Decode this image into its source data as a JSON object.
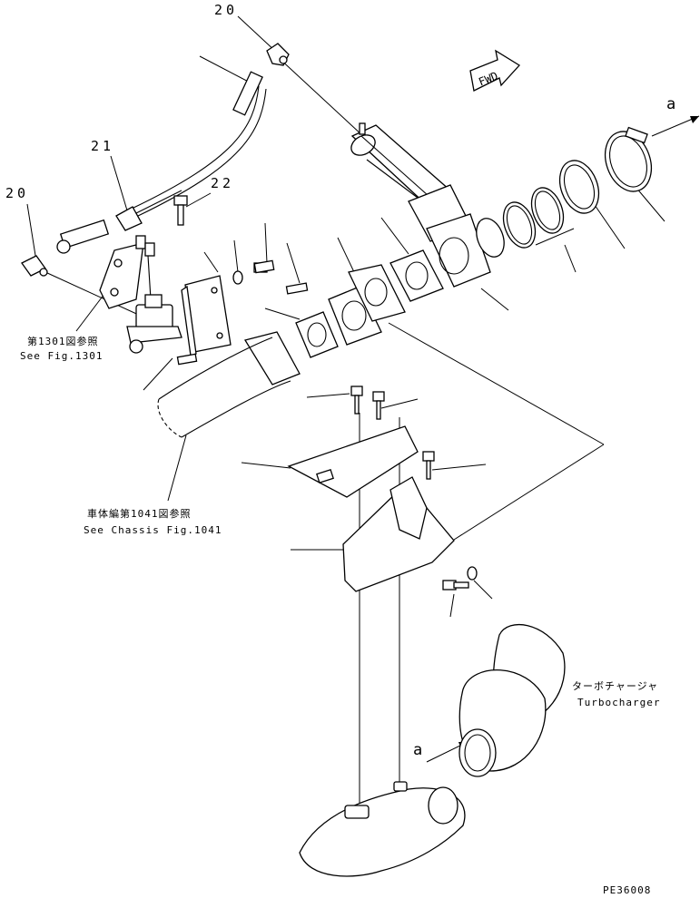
{
  "callouts": {
    "c20_top": "20",
    "c21": "21",
    "c22": "22",
    "c20_left": "20"
  },
  "references": {
    "fig1301_jp": "第1301図参照",
    "fig1301_en": "See Fig.1301",
    "chassis_jp": "車体編第1041図参照",
    "chassis_en": "See Chassis Fig.1041",
    "turbo_jp": "ターボチャージャ",
    "turbo_en": "Turbocharger"
  },
  "markers": {
    "a_top": "a",
    "a_bottom": "a",
    "fwd": "FWD"
  },
  "drawing_code": "PE36008"
}
